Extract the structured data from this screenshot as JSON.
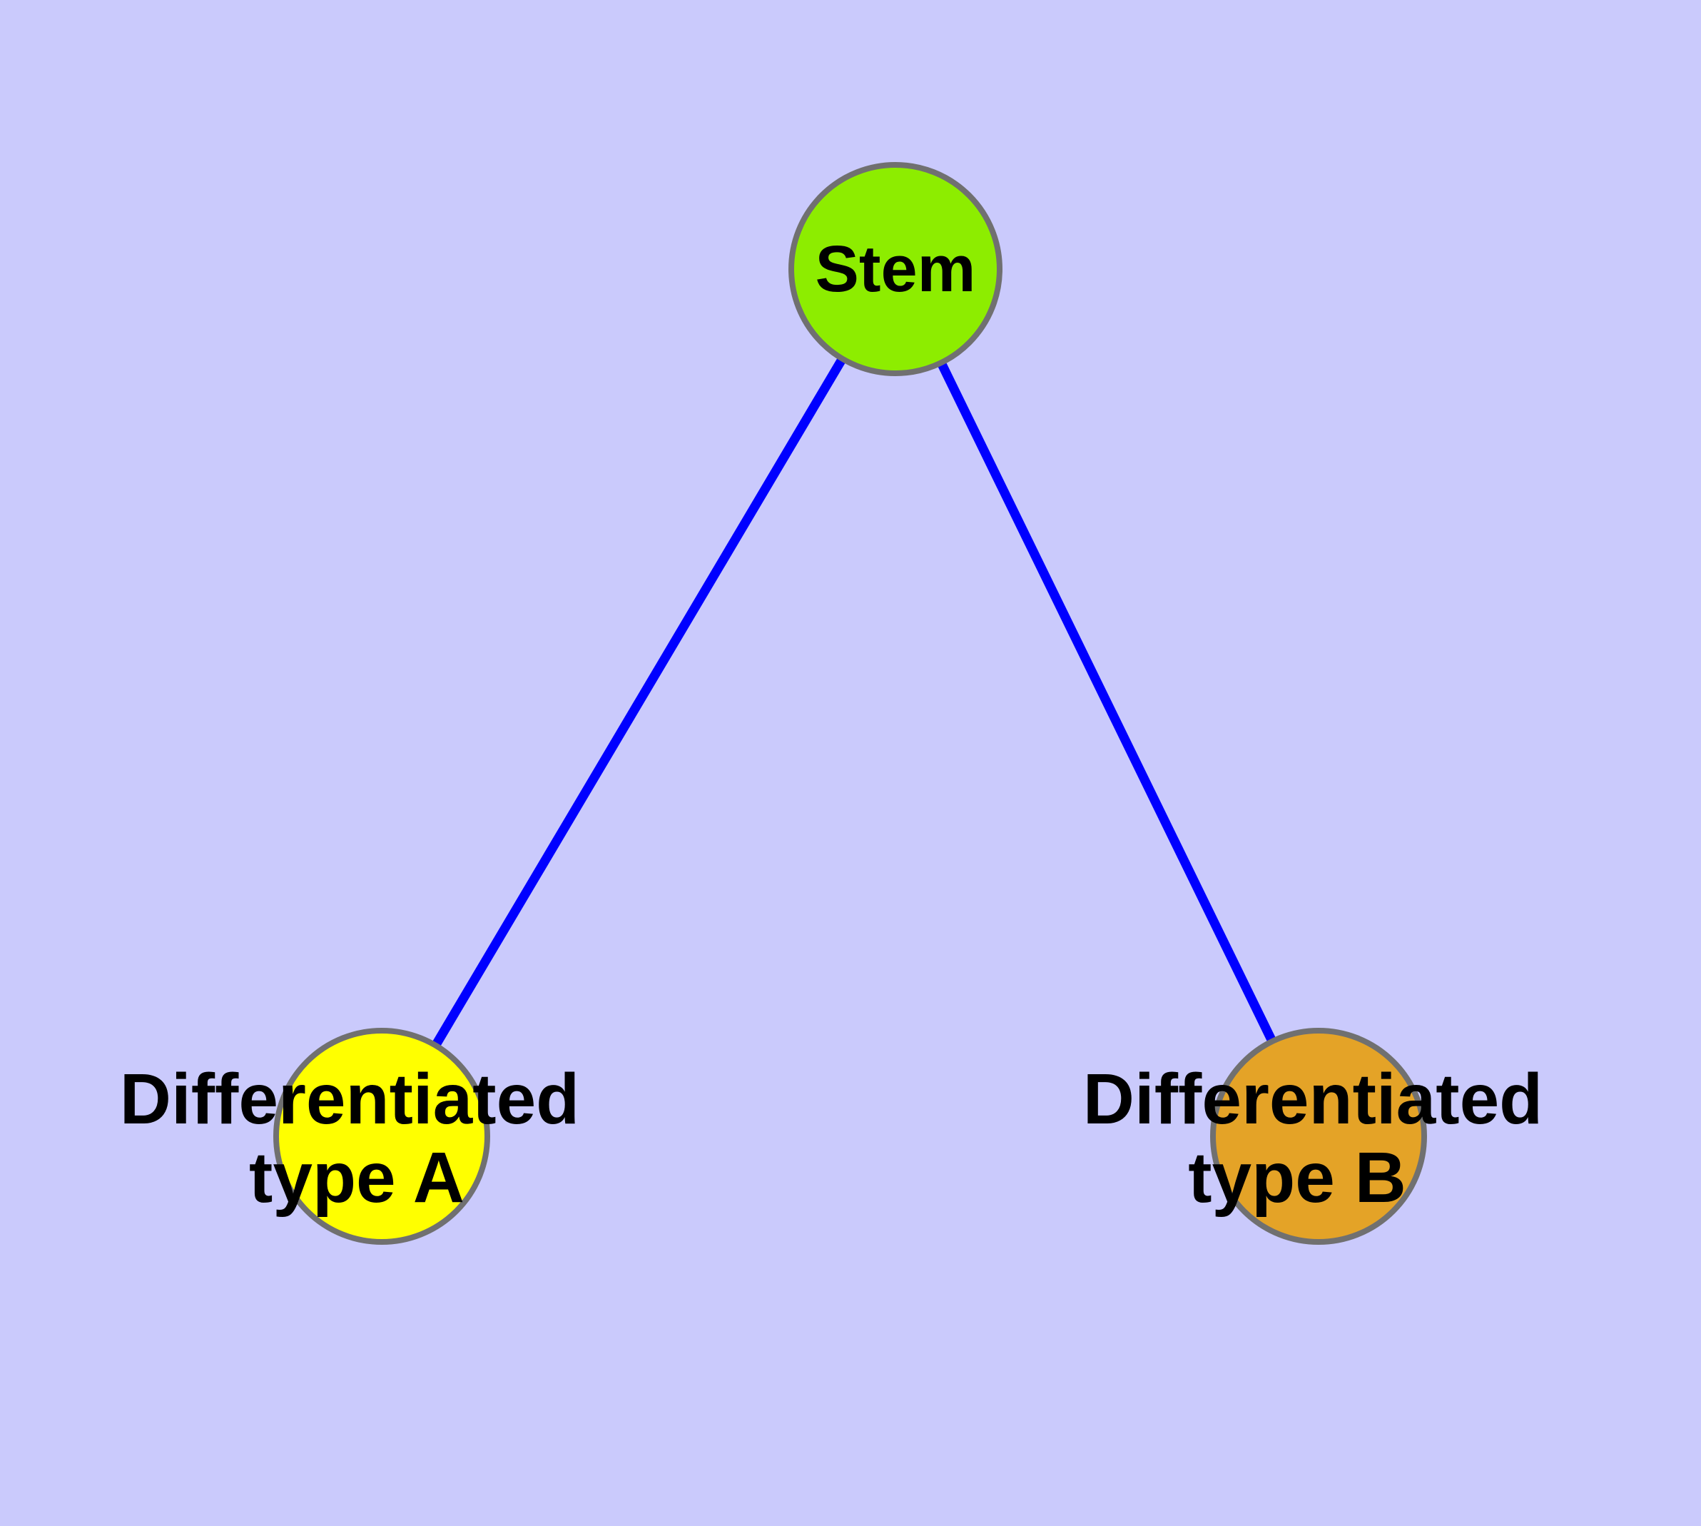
{
  "diagram": {
    "background_color": "#CACAFC",
    "edge_color": "#0000FF",
    "node_border_color": "#707070",
    "text_color": "#000000",
    "nodes": [
      {
        "id": "stem",
        "label": "Stem",
        "fill_color": "#8DED00"
      },
      {
        "id": "differentiated-type-a",
        "label_line1": "Differentiated",
        "label_line2": "type A",
        "fill_color": "#FFFF00"
      },
      {
        "id": "differentiated-type-b",
        "label_line1": "Differentiated",
        "label_line2": "type B",
        "fill_color": "#E4A327"
      }
    ],
    "edges": [
      {
        "from": "Stem",
        "to": "Differentiated type A"
      },
      {
        "from": "Stem",
        "to": "Differentiated type B"
      }
    ]
  }
}
